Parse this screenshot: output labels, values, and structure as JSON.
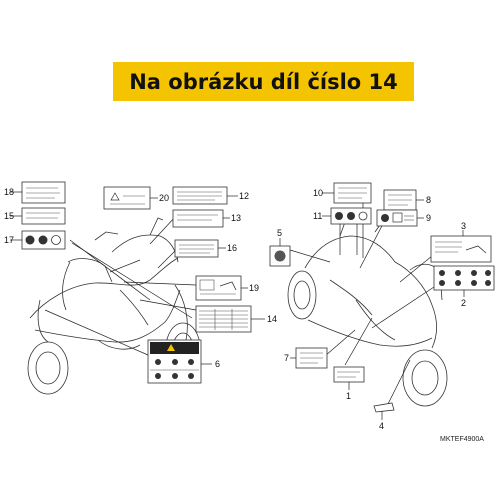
{
  "banner": {
    "text": "Na obrázku díl číslo 14",
    "color": "#f5c400"
  },
  "callouts": [
    "1",
    "2",
    "3",
    "4",
    "5",
    "6",
    "7",
    "8",
    "9",
    "10",
    "11",
    "12",
    "13",
    "14",
    "15",
    "16",
    "17",
    "18",
    "19",
    "20"
  ],
  "figure_code": "MKTEF4900A"
}
